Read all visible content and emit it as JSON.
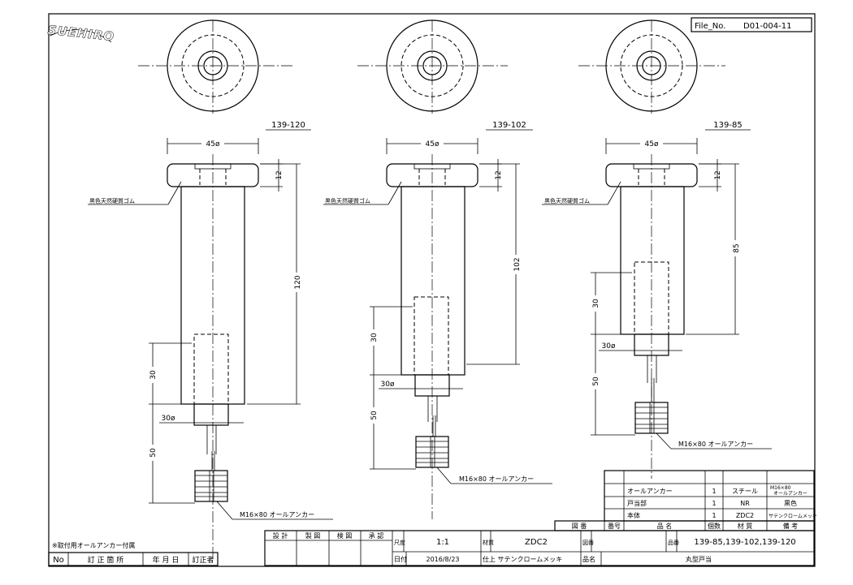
{
  "logo": {
    "text": "SUEHIRO"
  },
  "file_no": {
    "label": "File_No.",
    "value": "D01-004-11"
  },
  "parts": [
    {
      "code": "139-120",
      "diameter": "45ø",
      "cap_height": "12",
      "body_length": "120",
      "stud_depth": "30",
      "stud_dia": "30ø",
      "anchor_length": "50",
      "rubber_note": "黒色天然硬質ゴム",
      "anchor_note": "M16×80 オールアンカー"
    },
    {
      "code": "139-102",
      "diameter": "45ø",
      "cap_height": "12",
      "body_length": "102",
      "stud_depth": "30",
      "stud_dia": "30ø",
      "anchor_length": "50",
      "rubber_note": "黒色天然硬質ゴム",
      "anchor_note": "M16×80 オールアンカー"
    },
    {
      "code": "139-85",
      "diameter": "45ø",
      "cap_height": "12",
      "body_length": "85",
      "stud_depth": "30",
      "stud_dia": "30ø",
      "anchor_length": "50",
      "rubber_note": "黒色天然硬質ゴム",
      "anchor_note": "M16×80 オールアンカー"
    }
  ],
  "parts_list": {
    "rows": [
      {
        "name": "オールアンカー",
        "qty": "1",
        "material": "スチール",
        "note_line1": "M16×80",
        "note_line2": "オールアンカー"
      },
      {
        "name": "戸当部",
        "qty": "1",
        "material": "NR",
        "note": "黒色"
      },
      {
        "name": "本体",
        "qty": "1",
        "material": "ZDC2",
        "note": "サテンクロームメッキ"
      }
    ],
    "header": {
      "drawing_no": "図 番",
      "number": "番号",
      "part_name": "品 名",
      "qty": "個数",
      "material": "材 質",
      "note": "備 考"
    }
  },
  "title_block": {
    "design": "設 計",
    "drafted": "製 図",
    "checked": "検 図",
    "approved": "承 認",
    "scale_label": "尺度",
    "scale_value": "1:1",
    "material_label": "材質",
    "material_value": "ZDC2",
    "drawing_label": "図番",
    "date_label": "日付",
    "date_value": "2016/8/23",
    "finish": "仕上 サテンクロームメッキ",
    "product_label": "品名",
    "product_value": "丸型戸当",
    "code_label": "品番",
    "code_value": "139-85,139-102,139-120"
  },
  "note": "※取付用オールアンカー付属",
  "revision": {
    "no": "No",
    "fix": "訂 正 箇 所",
    "date": "年 月 日",
    "person": "訂正者"
  }
}
